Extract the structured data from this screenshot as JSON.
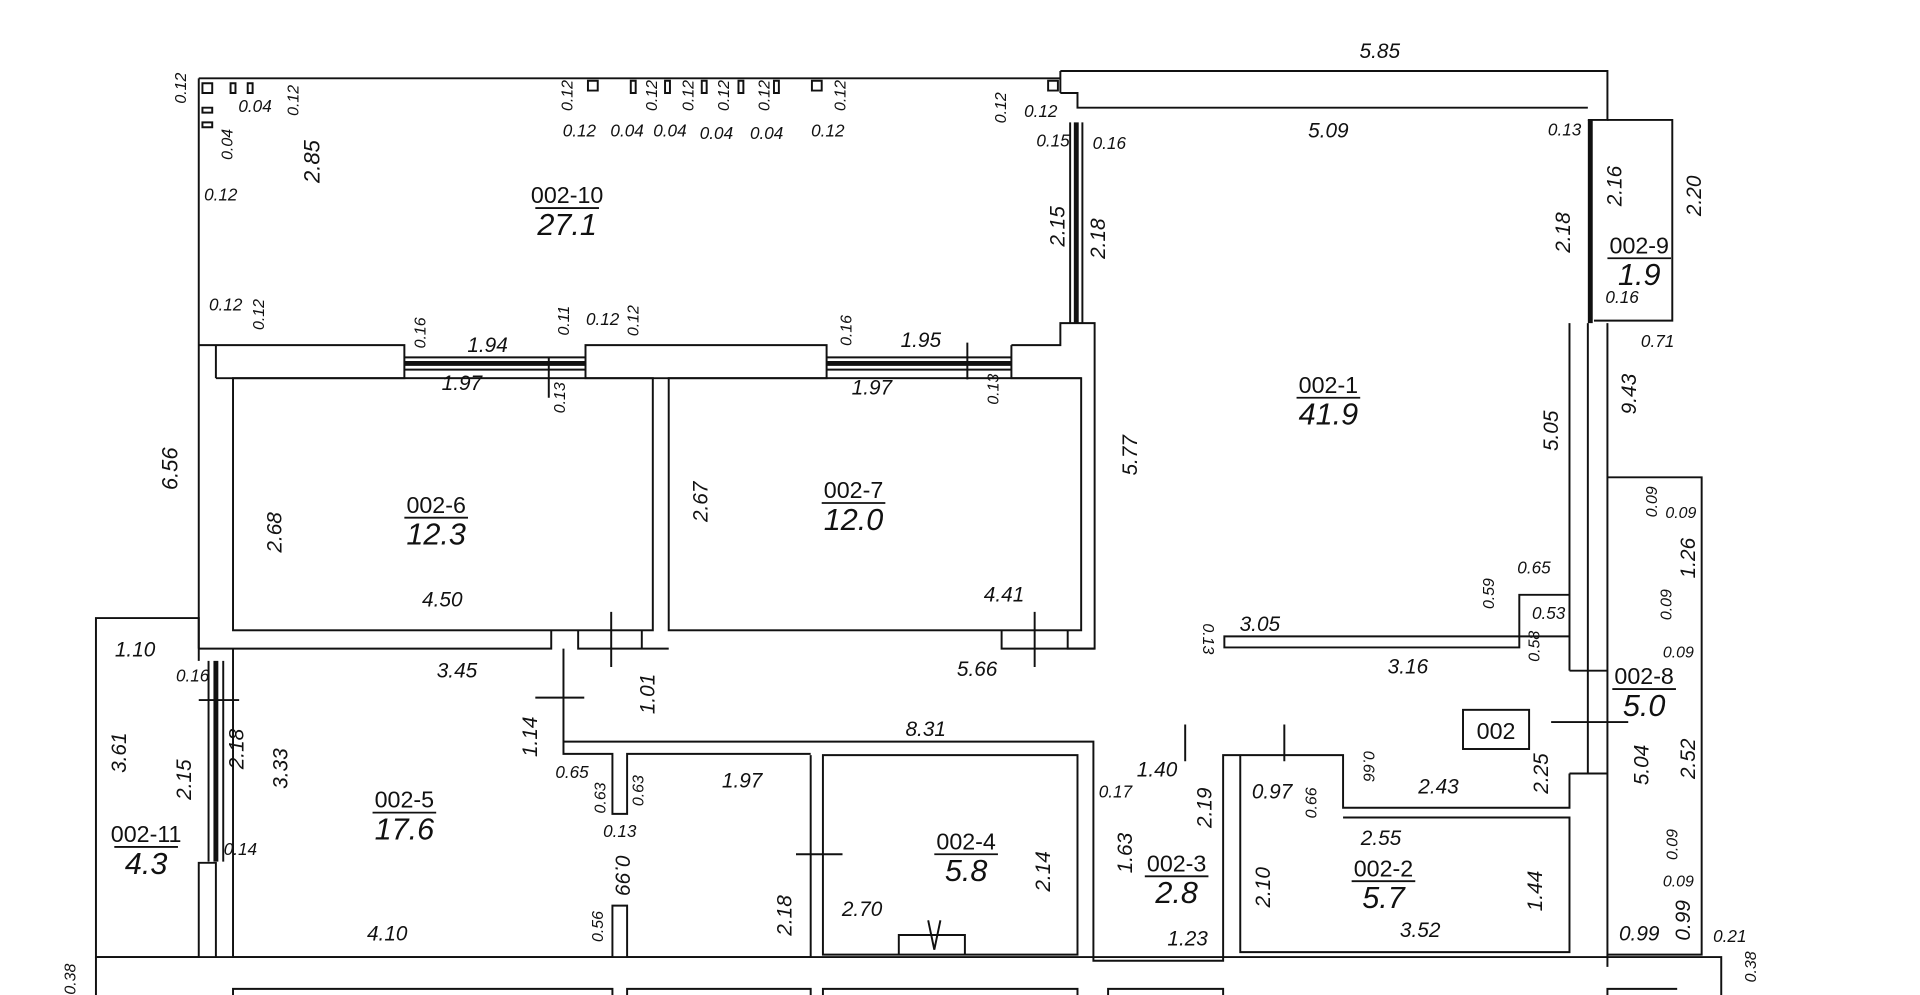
{
  "plan": {
    "rooms": [
      {
        "id": "002-10",
        "area": "27.1"
      },
      {
        "id": "002-9",
        "area": "1.9"
      },
      {
        "id": "002-1",
        "area": "41.9"
      },
      {
        "id": "002-6",
        "area": "12.3"
      },
      {
        "id": "002-7",
        "area": "12.0"
      },
      {
        "id": "002-8",
        "area": "5.0"
      },
      {
        "id": "002-5",
        "area": "17.6"
      },
      {
        "id": "002-11",
        "area": "4.3"
      },
      {
        "id": "002-4",
        "area": "5.8"
      },
      {
        "id": "002-3",
        "area": "2.8"
      },
      {
        "id": "002-2",
        "area": "5.7"
      }
    ],
    "unit_label": "002",
    "dimensions": [
      "0.12",
      "0.04",
      "0.12",
      "0.04",
      "2.85",
      "0.12",
      "0.12",
      "0.12",
      "0.04",
      "0.12",
      "0.04",
      "0.12",
      "0.04",
      "0.12",
      "0.04",
      "0.12",
      "0.12",
      "0.12",
      "0.12",
      "0.12",
      "5.85",
      "0.15",
      "0.16",
      "5.09",
      "0.13",
      "2.16",
      "2.20",
      "2.15",
      "2.18",
      "2.18",
      "0.16",
      "0.71",
      "0.12",
      "0.12",
      "0.16",
      "1.94",
      "0.11",
      "0.12",
      "0.12",
      "0.16",
      "1.95",
      "1.97",
      "0.13",
      "1.97",
      "0.13",
      "9.43",
      "6.56",
      "5.77",
      "5.05",
      "2.68",
      "2.67",
      "4.50",
      "4.41",
      "0.09",
      "0.09",
      "1.26",
      "0.09",
      "0.59",
      "0.65",
      "0.53",
      "0.58",
      "0.13",
      "3.05",
      "3.16",
      "0.09",
      "1.10",
      "0.16",
      "3.45",
      "5.66",
      "1.01",
      "1.14",
      "8.31",
      "3.61",
      "2.15",
      "2.18",
      "3.33",
      "0.65",
      "0.63",
      "0.63",
      "1.97",
      "0.13",
      "0.99",
      "1.40",
      "2.19",
      "0.17",
      "0.97",
      "0.66",
      "0.66",
      "2.43",
      "2.25",
      "5.04",
      "2.52",
      "0.14",
      "1.63",
      "2.14",
      "2.55",
      "2.10",
      "1.44",
      "2.18",
      "2.70",
      "0.56",
      "4.10",
      "1.23",
      "3.52",
      "0.09",
      "0.09",
      "0.99",
      "0.99",
      "0.21",
      "0.38",
      "0.38"
    ]
  }
}
